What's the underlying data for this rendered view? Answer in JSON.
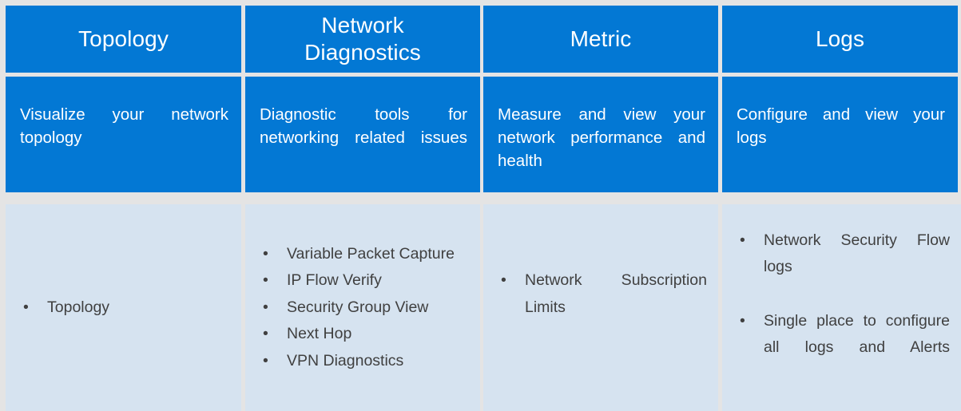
{
  "theme": {
    "background": "#e4e4e4",
    "header_blue": "#0378d4",
    "panel_light_blue": "#d6e3f0",
    "header_text": "#ffffff",
    "bullet_text": "#404040",
    "bullet_glyph": "•"
  },
  "columns": [
    {
      "id": "topology",
      "header": "Topology",
      "description": "Visualize your network topology",
      "bullets": [
        "Topology"
      ]
    },
    {
      "id": "network-diagnostics",
      "header": "Network\nDiagnostics",
      "description": "Diagnostic tools for networking related issues",
      "bullets": [
        "Variable Packet Capture",
        "IP Flow Verify",
        "Security Group View",
        "Next Hop",
        "VPN Diagnostics"
      ]
    },
    {
      "id": "metric",
      "header": "Metric",
      "description": "Measure and view your network performance and health",
      "bullets": [
        "Network Subscription Limits"
      ]
    },
    {
      "id": "logs",
      "header": "Logs",
      "description": "Configure and view your logs",
      "bullets": [
        "Network Security Flow logs",
        "Single place to configure all logs and Alerts"
      ]
    }
  ]
}
